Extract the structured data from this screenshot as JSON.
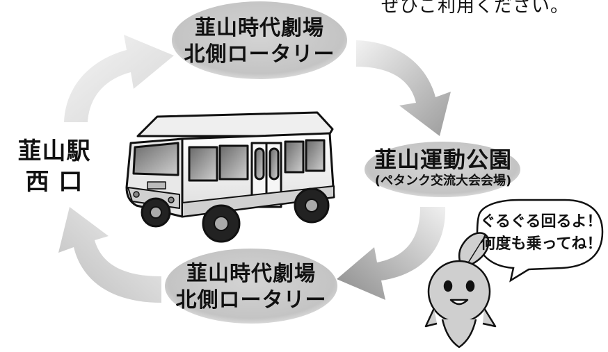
{
  "note": "ぜひご利用ください。",
  "stops": {
    "top": {
      "line1": "韮山時代劇場",
      "line2": "北側ロータリー"
    },
    "left": {
      "line1": "韮山駅",
      "line2": "西 口"
    },
    "right": {
      "line1": "韮山運動公園",
      "line2": "(ペタンク交流大会会場)"
    },
    "bottom": {
      "line1": "韮山時代劇場",
      "line2": "北側ロータリー"
    }
  },
  "mascot": {
    "speech_line1": "ぐるぐる回るよ！",
    "speech_line2": "何度も乗ってね！"
  },
  "colors": {
    "ellipse": "#c8c8c8",
    "arrow_light": "#eeeeee",
    "arrow_dark": "#9a9a9a",
    "outline": "#111111"
  }
}
